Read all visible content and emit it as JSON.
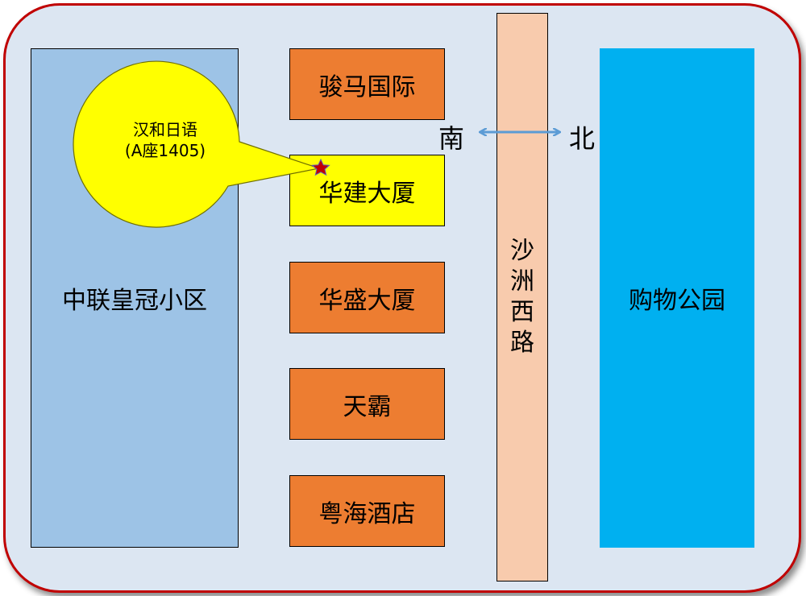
{
  "map": {
    "community": "中联皇冠小区",
    "park": "购物公园",
    "road": "沙洲西路",
    "buildings": [
      "骏马国际",
      "华建大厦",
      "华盛大厦",
      "天霸",
      "粤海酒店"
    ],
    "highlighted_building": "华建大厦",
    "callout": {
      "line1": "汉和日语",
      "line2": "(A座1405)"
    },
    "direction": {
      "south": "南",
      "north": "北"
    }
  },
  "colors": {
    "frame_border": "#c00000",
    "background": "#dce6f2",
    "community": "#9dc3e6",
    "park": "#00b0f0",
    "building": "#ed7d31",
    "highlight": "#ffff00",
    "road": "#f8cbad",
    "arrow": "#5b9bd5",
    "marker": "#c00000"
  },
  "icons": {
    "marker": "star-icon",
    "arrow": "double-arrow-icon"
  }
}
